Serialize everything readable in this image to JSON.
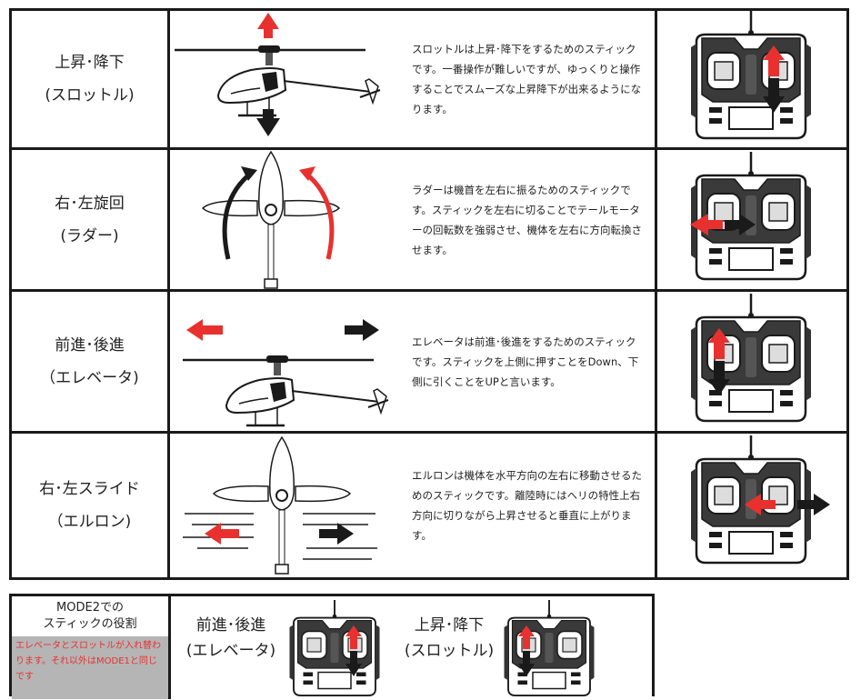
{
  "rows": [
    {
      "label1": "上昇･降下",
      "label2": "(スロットル)",
      "desc": "スロットルは上昇･降下をするためのスティックです。一番操作が難しいですが、ゆっくりと操作することでスムーズな上昇降下が出来るようになります。"
    },
    {
      "label1": "右･左旋回",
      "label2": "(ラダー)",
      "desc": "ラダーは機首を左右に振るためのスティックです。スティックを左右に切ることでテールモーターの回転数を強弱させ、機体を左右に方向転換させます。"
    },
    {
      "label1": "前進･後進",
      "label2": "（エレベータ)",
      "desc": "エレベータは前進･後進をするためのスティックです。スティックを上側に押すことをDown、下側に引くことをUPと言います。"
    },
    {
      "label1": "右･左スライド",
      "label2": "（エルロン)",
      "desc": "エルロンは機体を水平方向の左右に移動させるためのスティックです。離陸時にはヘリの特性上右方向に切りながら上昇させると垂直に上がります。"
    }
  ],
  "mode2": {
    "title1": "MODE2での",
    "title2": "スティックの役割",
    "note": "エレベータとスロットルが入れ替わります。それ以外はMODE1と同じです",
    "item1_line1": "前進･後進",
    "item1_line2": "(エレベータ)",
    "item2_line1": "上昇･降下",
    "item2_line2": "(スロットル)"
  },
  "colors": {
    "arrow_red": "#e8312f",
    "arrow_black": "#1a1a1a",
    "border": "#1a1a1a",
    "note_bg": "#b5b5b5"
  },
  "icons": [
    "helicopter-side-icon",
    "helicopter-top-icon",
    "transmitter-icon",
    "up-arrow-icon",
    "down-arrow-icon",
    "left-arrow-icon",
    "right-arrow-icon",
    "curved-arrow-icon"
  ]
}
